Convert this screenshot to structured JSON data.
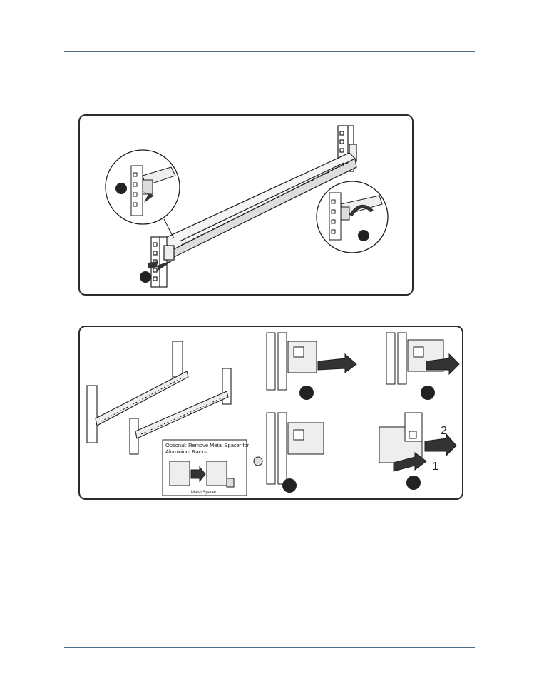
{
  "figure_bottom": {
    "note_line1": "Optional: Remove Metal Spacer for",
    "note_line2": "Aluminium Racks",
    "spacer_label": "Metal Spacer",
    "step_1": "1",
    "step_2": "2"
  },
  "colors": {
    "rule": "#4a6b8a",
    "ink": "#1e1e1e",
    "marker": "#222222"
  }
}
